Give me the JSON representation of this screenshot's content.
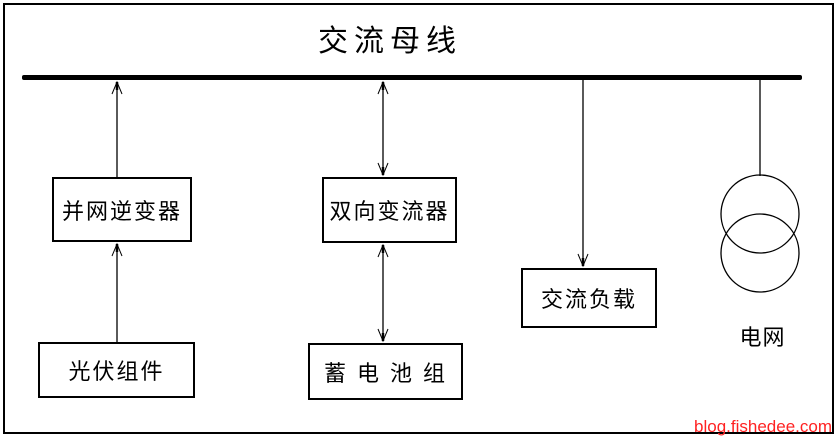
{
  "diagram": {
    "title": "交流母线",
    "nodes": {
      "grid_inverter": {
        "label": "并网逆变器"
      },
      "bidirectional_converter": {
        "label": "双向变流器"
      },
      "ac_load": {
        "label": "交流负载"
      },
      "pv_module": {
        "label": "光伏组件"
      },
      "battery_pack": {
        "label": "蓄 电 池 组"
      },
      "power_grid": {
        "label": "电网",
        "symbol": "transformer-two-circles"
      }
    },
    "connections": [
      {
        "from": "grid_inverter",
        "to": "ac_bus",
        "arrow": "up"
      },
      {
        "from": "pv_module",
        "to": "grid_inverter",
        "arrow": "up"
      },
      {
        "from": "bidirectional_converter",
        "to": "ac_bus",
        "arrow": "both"
      },
      {
        "from": "battery_pack",
        "to": "bidirectional_converter",
        "arrow": "both"
      },
      {
        "from": "ac_bus",
        "to": "ac_load",
        "arrow": "down"
      },
      {
        "from": "ac_bus",
        "to": "power_grid",
        "arrow": "none"
      }
    ],
    "colors": {
      "line": "#000000",
      "background": "#ffffff"
    }
  },
  "watermark": {
    "text": "blog.fishedee.com",
    "color": "#ff2222"
  }
}
